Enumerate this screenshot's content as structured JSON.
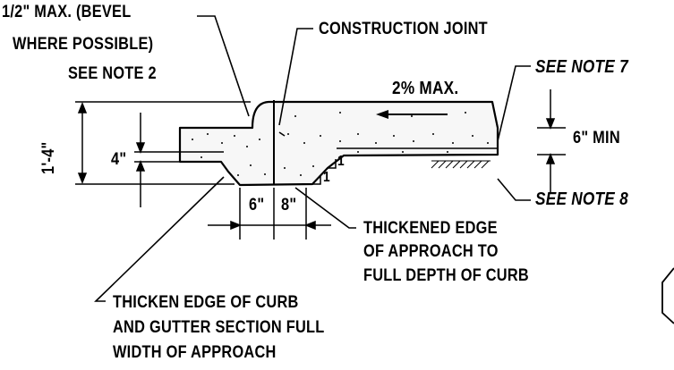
{
  "notes": {
    "bevel_line1": "1/2\" MAX. (BEVEL",
    "bevel_line2": "WHERE POSSIBLE)",
    "bevel_line3": "SEE NOTE 2",
    "construction_joint": "CONSTRUCTION JOINT",
    "see_note_7": "SEE NOTE 7",
    "see_note_8": "SEE NOTE 8",
    "slope": "2% MAX.",
    "thickened_edge_1": "THICKENED EDGE",
    "thickened_edge_2": "OF APPROACH TO",
    "thickened_edge_3": "FULL DEPTH OF CURB",
    "thicken_curb_1": "THICKEN EDGE OF CURB",
    "thicken_curb_2": "AND GUTTER SECTION FULL",
    "thicken_curb_3": "WIDTH OF APPROACH"
  },
  "dimensions": {
    "height_total": "1'-4\"",
    "height_curb": "4\"",
    "depth_min": "6\" MIN",
    "width_left": "6\"",
    "width_right": "8\"",
    "slope_ratio_a": "1",
    "slope_ratio_b": "1"
  },
  "colors": {
    "line": "#000000",
    "background": "#ffffff"
  }
}
